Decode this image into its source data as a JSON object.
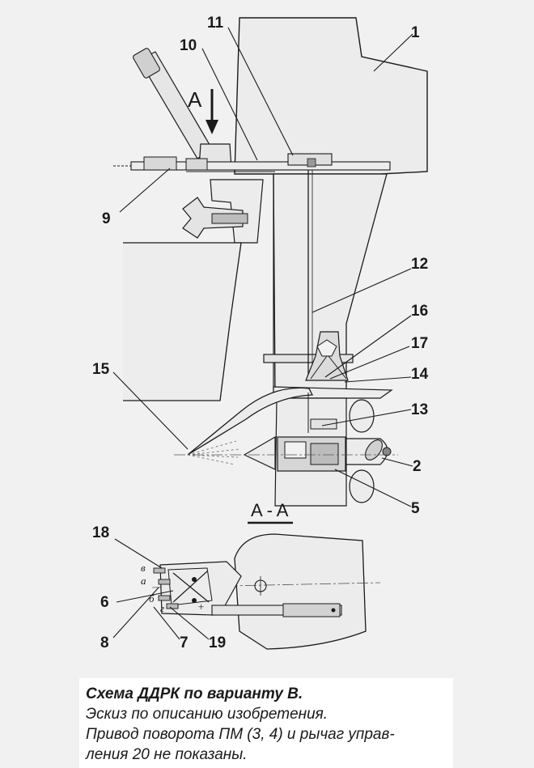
{
  "figure": {
    "view_marker": "A",
    "section_label": "A - A",
    "callouts": [
      "1",
      "2",
      "5",
      "9",
      "10",
      "11",
      "12",
      "13",
      "14",
      "15",
      "16",
      "17",
      "18",
      "6",
      "8",
      "7",
      "19"
    ],
    "small_letters": [
      "в",
      "а",
      "б",
      "г"
    ]
  },
  "caption": {
    "title": "Схема ДДРК по варианту В.",
    "line1": "Эскиз по описанию изобретения.",
    "line2": "Привод поворота ПМ (3, 4) и рычаг управ-",
    "line3": "ления 20 не показаны."
  },
  "colors": {
    "background": "#f1f1f1",
    "line": "#1a1a1a",
    "body_fill": "#ececec",
    "caption_bg": "#ffffff"
  }
}
